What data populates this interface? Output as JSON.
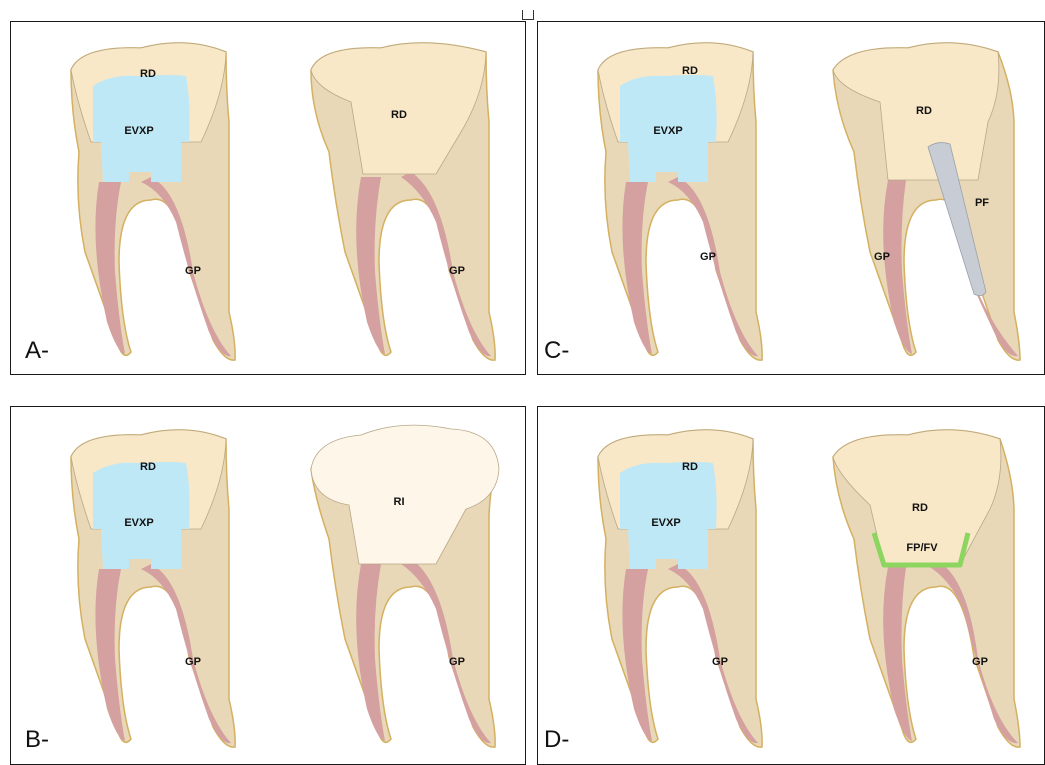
{
  "panels": [
    {
      "id": "A",
      "label": "A-",
      "left": {
        "top": "RD",
        "body": "EVXP",
        "root": "GP"
      },
      "right": {
        "top": "RD",
        "root": "GP"
      }
    },
    {
      "id": "C",
      "label": "C-",
      "left": {
        "top": "RD",
        "body": "EVXP",
        "root": "GP"
      },
      "right": {
        "top": "RD",
        "root": "GP",
        "post": "PF"
      }
    },
    {
      "id": "B",
      "label": "B-",
      "left": {
        "top": "RD",
        "body": "EVXP",
        "root": "GP"
      },
      "right": {
        "top": "RI",
        "root": "GP"
      }
    },
    {
      "id": "D",
      "label": "D-",
      "left": {
        "top": "RD",
        "body": "EVXP",
        "root": "GP"
      },
      "right": {
        "top": "RD",
        "root": "GP",
        "fiber": "FP/FV"
      }
    }
  ],
  "colors": {
    "tooth_dentin": "#e8d8b8",
    "tooth_outline": "#d4b060",
    "enamel_side": "#e2d2b2",
    "restoration_rd": "#f8e8c8",
    "restoration_ri": "#fdf6e9",
    "evxp": "#bfe8f6",
    "gutta_percha": "#d4a0a0",
    "fiber_post": "#c8ccd4",
    "fiber_band": "#8cd660",
    "border": "#1a1a1a"
  }
}
